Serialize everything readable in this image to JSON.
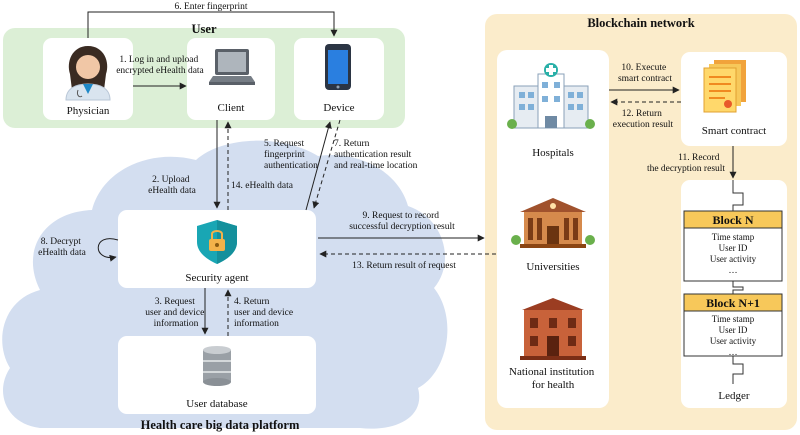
{
  "titles": {
    "user": "User",
    "blockchain": "Blockchain network",
    "platform": "Health care big data platform"
  },
  "nodes": {
    "physician": "Physician",
    "client": "Client",
    "device": "Device",
    "security_agent": "Security agent",
    "user_database": "User database",
    "hospitals": "Hospitals",
    "universities": "Universities",
    "national_institution": [
      "National institution",
      "for health"
    ],
    "smart_contract": "Smart contract",
    "ledger": "Ledger"
  },
  "steps": {
    "s1": [
      "1. Log in and upload",
      "encrypted eHealth data"
    ],
    "s2": [
      "2. Upload",
      "eHealth data"
    ],
    "s3": [
      "3. Request",
      "user and device",
      "information"
    ],
    "s4": [
      "4. Return",
      "user and device",
      "information"
    ],
    "s5": [
      "5. Request",
      "fingerprint",
      "authentication"
    ],
    "s6": "6. Enter fingerprint",
    "s7": [
      "7. Return",
      "authentication result",
      "and real-time location"
    ],
    "s8": [
      "8. Decrypt",
      "eHealth data"
    ],
    "s9": [
      "9. Request to record",
      "successful decryption result"
    ],
    "s10": [
      "10. Execute",
      "smart contract"
    ],
    "s11": [
      "11. Record",
      "the decryption result"
    ],
    "s12": [
      "12. Return",
      "execution result"
    ],
    "s13": "13. Return result of request",
    "s14": "14. eHealth data"
  },
  "blocks": [
    {
      "title": "Block N",
      "rows": [
        "Time stamp",
        "User ID",
        "User activity",
        "…"
      ]
    },
    {
      "title": "Block N+1",
      "rows": [
        "Time stamp",
        "User ID",
        "User activity",
        "…"
      ]
    }
  ],
  "colors": {
    "user_panel": "#dcefd6",
    "platform_cloud": "#d3def0",
    "blockchain_panel": "#fbeccb",
    "block_header": "#f7c85a",
    "card": "#ffffff",
    "arrow": "#222222"
  },
  "icons": {
    "physician": "doctor-icon",
    "client": "laptop-icon",
    "device": "smartphone-icon",
    "security_agent": "shield-lock-icon",
    "user_database": "database-icon",
    "hospitals": "hospital-building-icon",
    "universities": "university-building-icon",
    "national_institution": "institution-building-icon",
    "smart_contract": "contract-document-icon"
  }
}
